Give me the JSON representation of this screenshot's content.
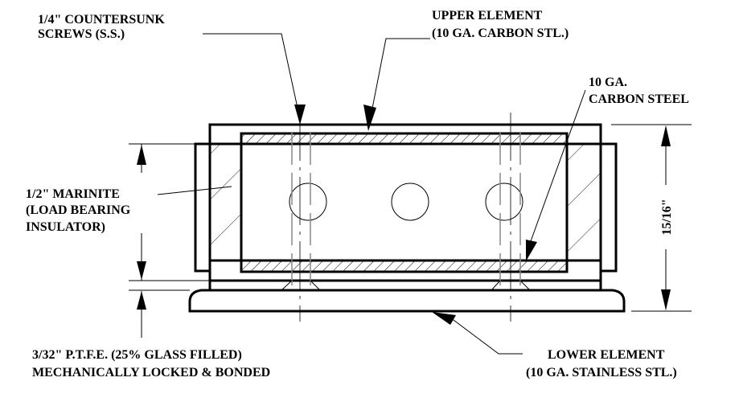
{
  "labels": {
    "screws": [
      "1/4\" COUNTERSUNK",
      "SCREWS (S.S.)"
    ],
    "upper_element": [
      "UPPER ELEMENT",
      "(10 GA. CARBON STL.)"
    ],
    "carbon_steel": [
      "10 GA.",
      "CARBON STEEL"
    ],
    "marinite": [
      "1/2\" MARINITE",
      "(LOAD BEARING",
      "INSULATOR)"
    ],
    "ptfe": [
      "3/32\" P.T.F.E. (25% GLASS FILLED)",
      "MECHANICALLY LOCKED & BONDED"
    ],
    "lower_element": [
      "LOWER ELEMENT",
      "(10 GA. STAINLESS STL.)"
    ],
    "dimension_height": "15/16\""
  }
}
